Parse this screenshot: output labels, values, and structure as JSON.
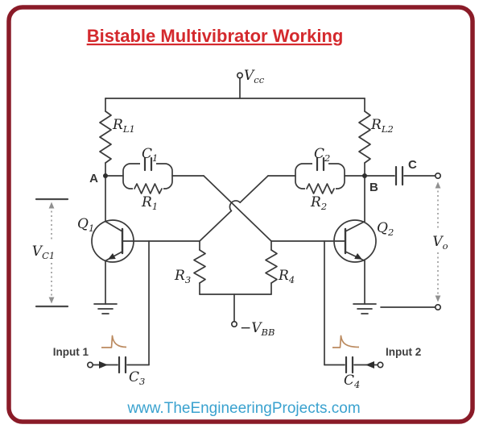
{
  "title": "Bistable Multivibrator Working",
  "footer": "www.TheEngineeringProjects.com",
  "colors": {
    "border": "#8a1b28",
    "title": "#d4292d",
    "footer": "#3aa2cf",
    "wire": "#3a3a3a",
    "pulse": "#bb8a5f",
    "measure": "#909090"
  },
  "labels": {
    "vcc": {
      "main": "V",
      "sub": "cc"
    },
    "rl1": {
      "main": "R",
      "sub": "L1"
    },
    "rl2": {
      "main": "R",
      "sub": "L2"
    },
    "c1": {
      "main": "C",
      "sub": "1"
    },
    "c2": {
      "main": "C",
      "sub": "2"
    },
    "r1": {
      "main": "R",
      "sub": "1"
    },
    "r2": {
      "main": "R",
      "sub": "2"
    },
    "r3": {
      "main": "R",
      "sub": "3"
    },
    "r4": {
      "main": "R",
      "sub": "4"
    },
    "q1": {
      "main": "Q",
      "sub": "1"
    },
    "q2": {
      "main": "Q",
      "sub": "2"
    },
    "c3": {
      "main": "C",
      "sub": "3"
    },
    "c4": {
      "main": "C",
      "sub": "4"
    },
    "vc1": {
      "main": "V",
      "sub": "C1"
    },
    "vo": {
      "main": "V",
      "sub": "o"
    },
    "vbb": {
      "main": "−V",
      "sub": "BB"
    },
    "node_a": "A",
    "node_b": "B",
    "node_c": "C",
    "input1": "Input 1",
    "input2": "Input 2"
  }
}
